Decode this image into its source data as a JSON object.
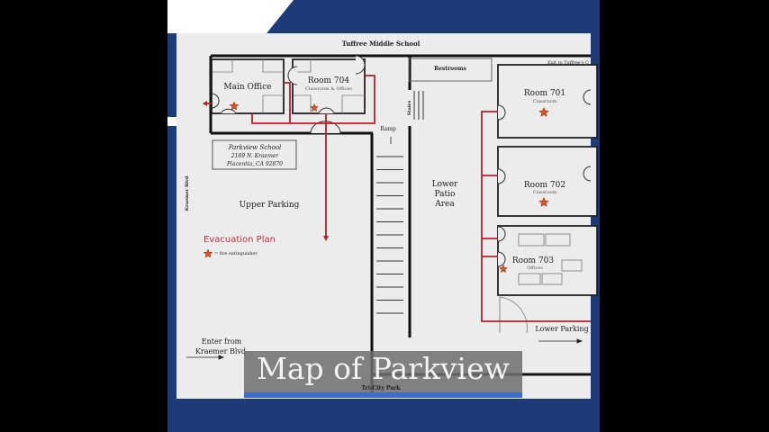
{
  "caption": {
    "title": "Map of Parkview"
  },
  "map": {
    "top_label": "Tuffree Middle School",
    "bottom_label": "Tri-City Park",
    "exit_label": "Exit to Tuffree's C",
    "street_label": "Kraemer Blvd",
    "rooms": [
      {
        "name": "Main Office",
        "sub": ""
      },
      {
        "name": "Room 704",
        "sub": "Classroom & Offices"
      },
      {
        "name": "Restrooms",
        "sub": ""
      },
      {
        "name": "Room 701",
        "sub": "Classroom"
      },
      {
        "name": "Room 702",
        "sub": "Classroom"
      },
      {
        "name": "Room 703",
        "sub": "Offices"
      }
    ],
    "address": [
      "Parkview School",
      "2189 N. Kraemer",
      "Placentia, CA 92870"
    ],
    "areas": {
      "upper_parking": "Upper Parking",
      "lower_patio": [
        "Lower",
        "Patio",
        "Area"
      ],
      "lower_parking": "Lower Parking",
      "stairs": "Stairs",
      "ramp": "Ramp",
      "enter": [
        "Enter from",
        "Kraemer Blvd"
      ]
    },
    "legend": {
      "title": "Evacuation Plan",
      "item": "= fire extinguisher"
    },
    "colors": {
      "route": "#b5202e",
      "extinguisher": "#d9541e",
      "frame_blue": "#1c3b78"
    }
  }
}
